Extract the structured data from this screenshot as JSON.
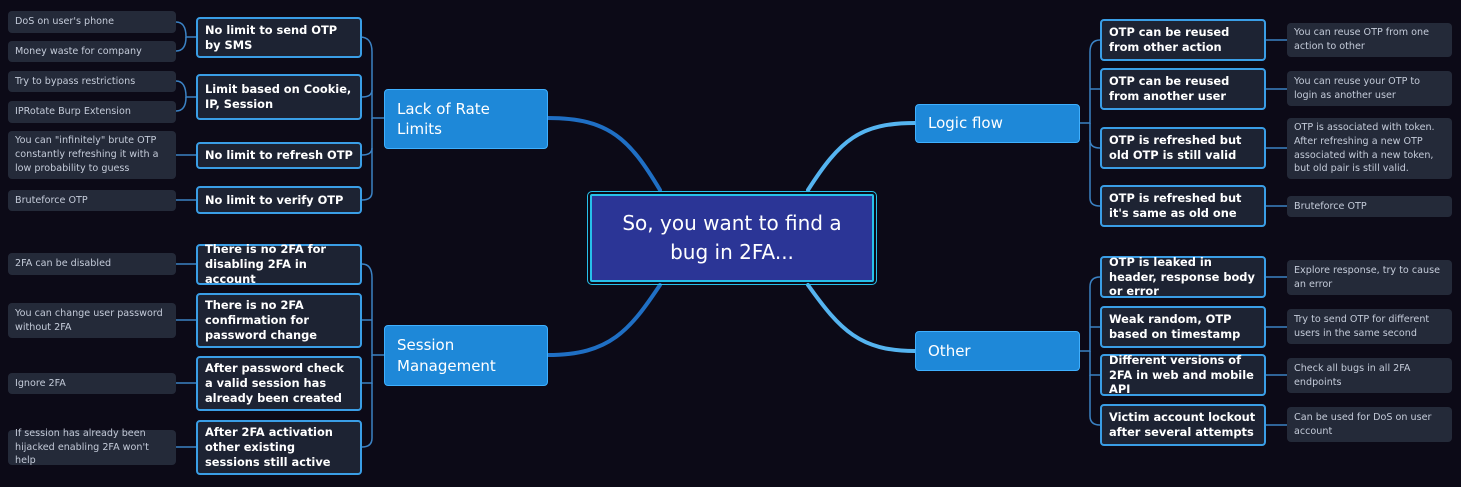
{
  "center": "So, you want to find a bug in 2FA...",
  "branches": {
    "rate_limits": {
      "label": "Lack of Rate Limits",
      "nodes": [
        {
          "label": "No limit to send OTP by SMS",
          "notes": [
            "DoS on user's phone",
            "Money waste for company"
          ]
        },
        {
          "label": "Limit based on Cookie, IP, Session",
          "notes": [
            "Try to bypass restrictions",
            "IPRotate Burp Extension"
          ]
        },
        {
          "label": "No limit to refresh OTP",
          "notes": [
            "You can \"infinitely\" brute OTP constantly refreshing it with a low probability to guess"
          ]
        },
        {
          "label": "No limit to verify OTP",
          "notes": [
            "Bruteforce OTP"
          ]
        }
      ]
    },
    "session": {
      "label": "Session Management",
      "nodes": [
        {
          "label": "There is no 2FA for disabling 2FA in account",
          "notes": [
            "2FA can be disabled"
          ]
        },
        {
          "label": "There is no 2FA confirmation for password change",
          "notes": [
            "You can change user password without 2FA"
          ]
        },
        {
          "label": "After password check a valid session has already been created",
          "notes": [
            "Ignore 2FA"
          ]
        },
        {
          "label": "After 2FA activation other existing sessions still active",
          "notes": [
            "If session has already been hijacked enabling 2FA won't help"
          ]
        }
      ]
    },
    "logic": {
      "label": "Logic flow",
      "nodes": [
        {
          "label": "OTP can be reused from other action",
          "notes": [
            "You can reuse OTP from one action to other"
          ]
        },
        {
          "label": "OTP can be reused from another user",
          "notes": [
            "You can reuse your OTP to login as another user"
          ]
        },
        {
          "label": "OTP is refreshed but old OTP is still valid",
          "notes": [
            "OTP is associated with token. After refreshing a new OTP associated with a new token, but old pair is still valid."
          ]
        },
        {
          "label": "OTP is refreshed but it's same as old one",
          "notes": [
            "Bruteforce OTP"
          ]
        }
      ]
    },
    "other": {
      "label": "Other",
      "nodes": [
        {
          "label": "OTP is leaked in header, response body or error",
          "notes": [
            "Explore response, try to cause an error"
          ]
        },
        {
          "label": "Weak random, OTP based on timestamp",
          "notes": [
            "Try to send OTP for different users in the same second"
          ]
        },
        {
          "label": "Different versions of 2FA in web and mobile API",
          "notes": [
            "Check all bugs in all 2FA endpoints"
          ]
        },
        {
          "label": "Victim account lockout after several attempts",
          "notes": [
            "Can be used for DoS on user account"
          ]
        }
      ]
    }
  },
  "colors": {
    "background": "#0c0a17",
    "center_fill": "#2b3596",
    "center_border": "#27c0ea",
    "branch_fill": "#1e88d8",
    "node_fill": "#1d2333",
    "node_border": "#3a9ee6",
    "connector": "#3b82c4",
    "note_fill": "#242a39"
  }
}
